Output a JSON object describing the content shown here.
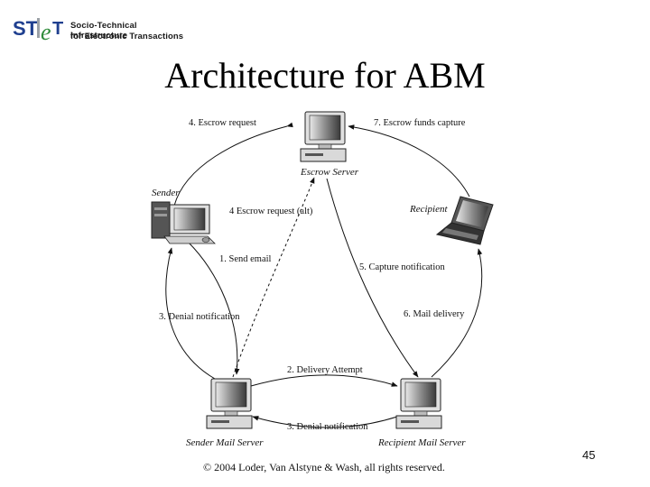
{
  "logo": {
    "mark_text": "STIeT",
    "line1": "Socio-Technical Infrastructure",
    "line2": "for Electronic Transactions",
    "colors": {
      "blue": "#1f3f8f",
      "green": "#2e8b3a",
      "gray": "#9aa0a6"
    }
  },
  "title": "Architecture for ABM",
  "diagram": {
    "nodes": {
      "escrow_server": "Escrow Server",
      "sender": "Sender",
      "recipient": "Recipient",
      "sender_mail_server": "Sender Mail Server",
      "recipient_mail_server": "Recipient Mail Server"
    },
    "edges": {
      "escrow_request": "4. Escrow request",
      "escrow_funds_capture": "7. Escrow funds capture",
      "escrow_request_alt": "4 Escrow request (alt)",
      "send_email": "1. Send email",
      "capture_notification": "5. Capture notification",
      "denial_notification_left": "3. Denial notification",
      "mail_delivery": "6. Mail delivery",
      "delivery_attempt": "2. Delivery Attempt",
      "denial_notification_bottom": "3. Denial notification"
    }
  },
  "footer": "© 2004 Loder, Van Alstyne & Wash, all rights reserved.",
  "page_number": "45"
}
